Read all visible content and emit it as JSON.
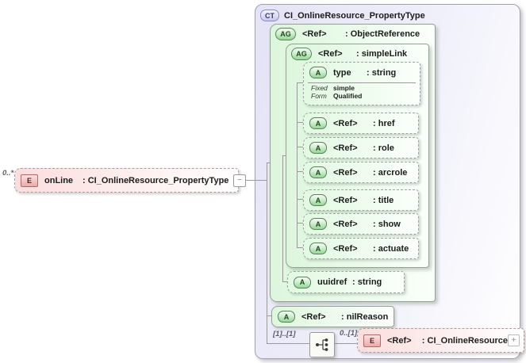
{
  "source": {
    "multiplicity": "0..*",
    "kind": "E",
    "name": "onLine",
    "type": ": CI_OnlineResource_PropertyType",
    "collapse": "−"
  },
  "ct": {
    "kind": "CT",
    "title": "CI_OnlineResource_PropertyType",
    "objectReference": {
      "kind": "AG",
      "name": "<Ref>",
      "type": ": ObjectReference"
    },
    "simpleLink": {
      "kind": "AG",
      "name": "<Ref>",
      "type": ": simpleLink"
    },
    "typeAttr": {
      "kind": "A",
      "name": "type",
      "type": ": string",
      "facets": [
        {
          "label": "Fixed",
          "value": "simple"
        },
        {
          "label": "Form",
          "value": "Qualified"
        }
      ]
    },
    "attrs": [
      {
        "kind": "A",
        "name": "<Ref>",
        "type": ": href"
      },
      {
        "kind": "A",
        "name": "<Ref>",
        "type": ": role"
      },
      {
        "kind": "A",
        "name": "<Ref>",
        "type": ": arcrole"
      },
      {
        "kind": "A",
        "name": "<Ref>",
        "type": ": title"
      },
      {
        "kind": "A",
        "name": "<Ref>",
        "type": ": show"
      },
      {
        "kind": "A",
        "name": "<Ref>",
        "type": ": actuate"
      }
    ],
    "uuidref": {
      "kind": "A",
      "name": "uuidref",
      "type": ": string"
    },
    "nilReason": {
      "kind": "A",
      "name": "<Ref>",
      "type": ": nilReason"
    },
    "sequence": {
      "ownMultiplicity": "[1]..[1]",
      "childMultiplicity": "0..[1]",
      "element": {
        "kind": "E",
        "name": "<Ref>",
        "type": ": CI_OnlineResource",
        "expand": "+"
      }
    }
  },
  "colors": {
    "complex_type_fill": "#e3e3f5",
    "attribute_fill": "#e2f9e2",
    "attribute_icon": "#93d893",
    "element_fill": "#fbdddd",
    "element_icon": "#eda9a9",
    "tree_line": "#9a9a9a"
  }
}
